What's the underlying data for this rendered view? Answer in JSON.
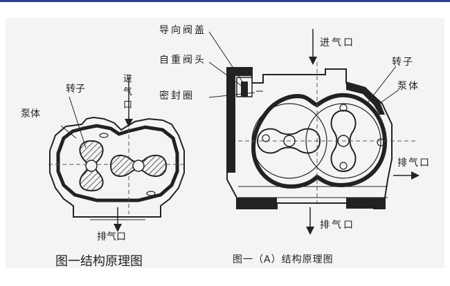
{
  "left_figure": {
    "caption": "图一结构原理图",
    "labels": {
      "rotor": "转子",
      "pump_body": "泵体",
      "inlet": "进气口",
      "outlet": "排气口"
    }
  },
  "right_figure": {
    "caption": "图一（A）结构原理图",
    "labels": {
      "guide_valve_cover": "导向阀盖",
      "gravity_valve_head": "自重阀头",
      "seal_ring": "密封圈",
      "inlet": "进气口",
      "rotor": "转子",
      "pump_body": "泵体",
      "outlet_side": "排气口",
      "outlet_bottom": "排气口"
    }
  },
  "colors": {
    "accent_bar": "#2b3f8f",
    "panel_bg": "#f4f4f2",
    "ink": "#222222"
  }
}
